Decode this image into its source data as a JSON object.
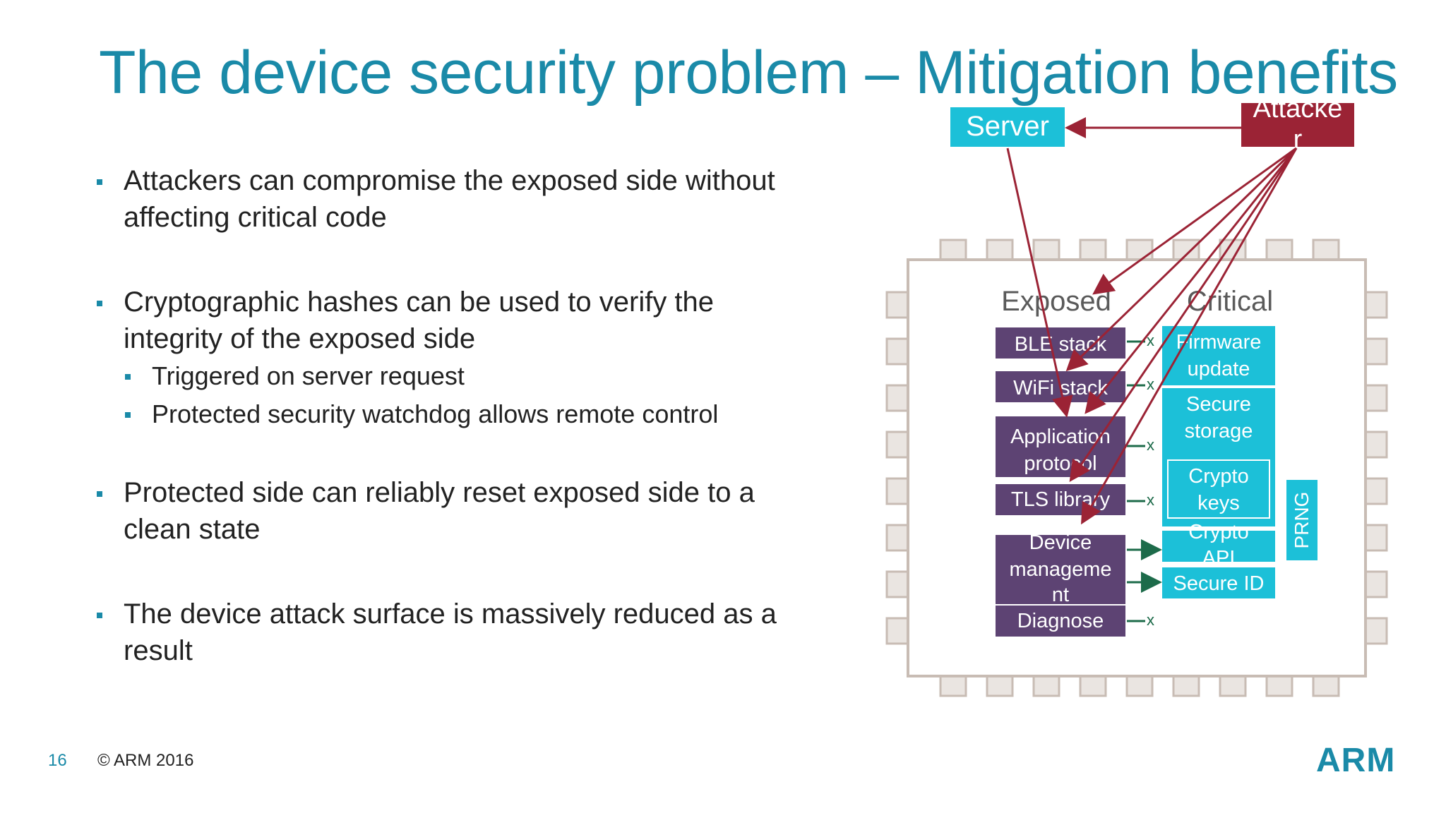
{
  "title": "The device security problem – Mitigation benefits",
  "bullets": [
    {
      "text_line1": "Attackers can compromise the exposed side without",
      "text_line2": "affecting critical code"
    },
    {
      "text_line1": "Cryptographic hashes can be used to verify the",
      "text_line2": "integrity of the exposed side",
      "sub": [
        "Triggered on server request",
        "Protected security watchdog allows remote control"
      ]
    },
    {
      "text_line1": "Protected side can reliably reset exposed side to a",
      "text_line2": "clean state"
    },
    {
      "text_line1": "The device attack surface is massively reduced as a",
      "text_line2": "result"
    }
  ],
  "diagram": {
    "server_label": "Server",
    "attacker_line1": "Attacke",
    "attacker_line2": "r",
    "exposed_heading": "Exposed",
    "critical_heading": "Critical",
    "exposed_blocks": {
      "ble": "BLE stack",
      "wifi": "WiFi stack",
      "app1": "Application",
      "app2": "protocol",
      "tls": "TLS library",
      "dev1": "Device",
      "dev2": "manageme",
      "dev3": "nt",
      "diag": "Diagnose"
    },
    "critical_blocks": {
      "fw1": "Firmware",
      "fw2": "update",
      "ss1": "Secure",
      "ss2": "storage",
      "ck1": "Crypto",
      "ck2": "keys",
      "api1": "Crypto",
      "api2": "API",
      "sid": "Secure ID",
      "prng": "PRNG"
    },
    "block_marker": "x",
    "colors": {
      "teal": "#1cc0d8",
      "purple": "#5d4373",
      "attacker": "#9b2335",
      "arrow_red": "#9b2335",
      "arrow_green": "#1d6b4a",
      "chip_border": "#c8bcb4"
    }
  },
  "footer": {
    "page": "16",
    "copyright": "© ARM 2016",
    "logo": "ARM"
  }
}
